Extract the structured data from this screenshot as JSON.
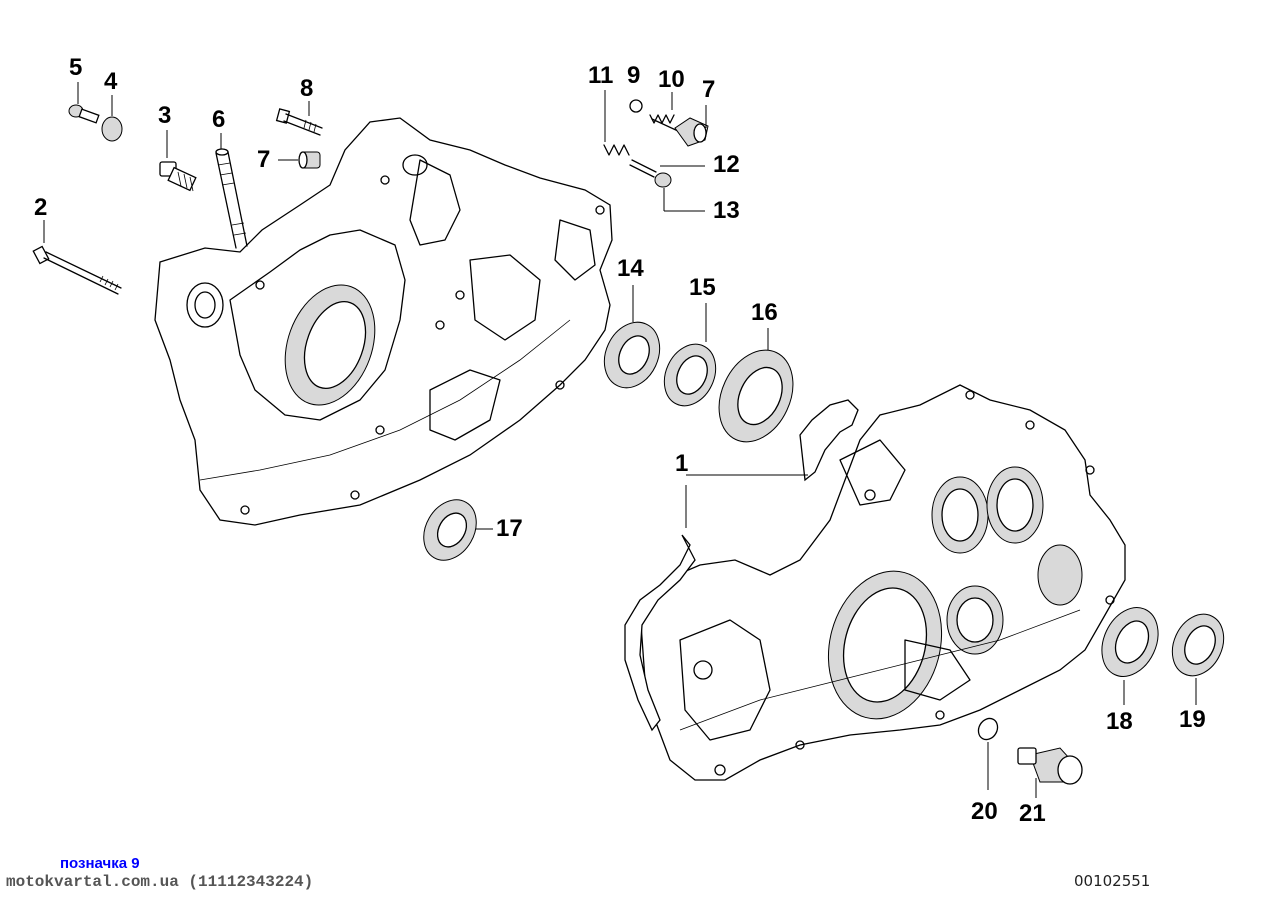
{
  "callouts": [
    {
      "id": "1",
      "label": "1"
    },
    {
      "id": "2",
      "label": "2"
    },
    {
      "id": "3",
      "label": "3"
    },
    {
      "id": "4",
      "label": "4"
    },
    {
      "id": "5",
      "label": "5"
    },
    {
      "id": "6",
      "label": "6"
    },
    {
      "id": "7a",
      "label": "7"
    },
    {
      "id": "7b",
      "label": "7"
    },
    {
      "id": "8",
      "label": "8"
    },
    {
      "id": "9",
      "label": "9"
    },
    {
      "id": "10",
      "label": "10"
    },
    {
      "id": "11",
      "label": "11"
    },
    {
      "id": "12",
      "label": "12"
    },
    {
      "id": "13",
      "label": "13"
    },
    {
      "id": "14",
      "label": "14"
    },
    {
      "id": "15",
      "label": "15"
    },
    {
      "id": "16",
      "label": "16"
    },
    {
      "id": "17",
      "label": "17"
    },
    {
      "id": "18",
      "label": "18"
    },
    {
      "id": "19",
      "label": "19"
    },
    {
      "id": "20",
      "label": "20"
    },
    {
      "id": "21",
      "label": "21"
    }
  ],
  "caption": "позначка 9",
  "watermark": "motokvartal.com.ua (11112343224)",
  "diagram_number": "00102551",
  "colors": {
    "caption": "#0000ff",
    "lines": "#000000",
    "background": "#ffffff"
  }
}
